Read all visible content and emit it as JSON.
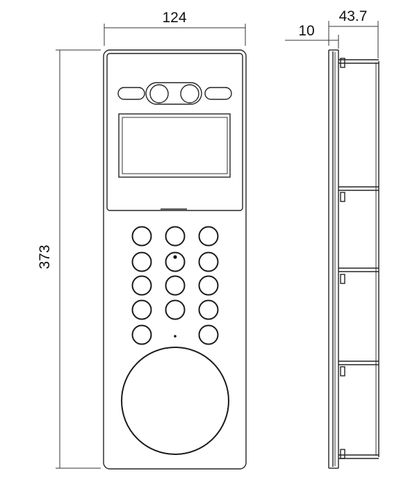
{
  "drawing": {
    "dimensions": {
      "width": "124",
      "height": "373",
      "depth": "43.7",
      "flange": "10"
    },
    "keypad": {
      "rows": 5,
      "columns": 3
    },
    "line_color": "#222222",
    "background": "#ffffff"
  }
}
